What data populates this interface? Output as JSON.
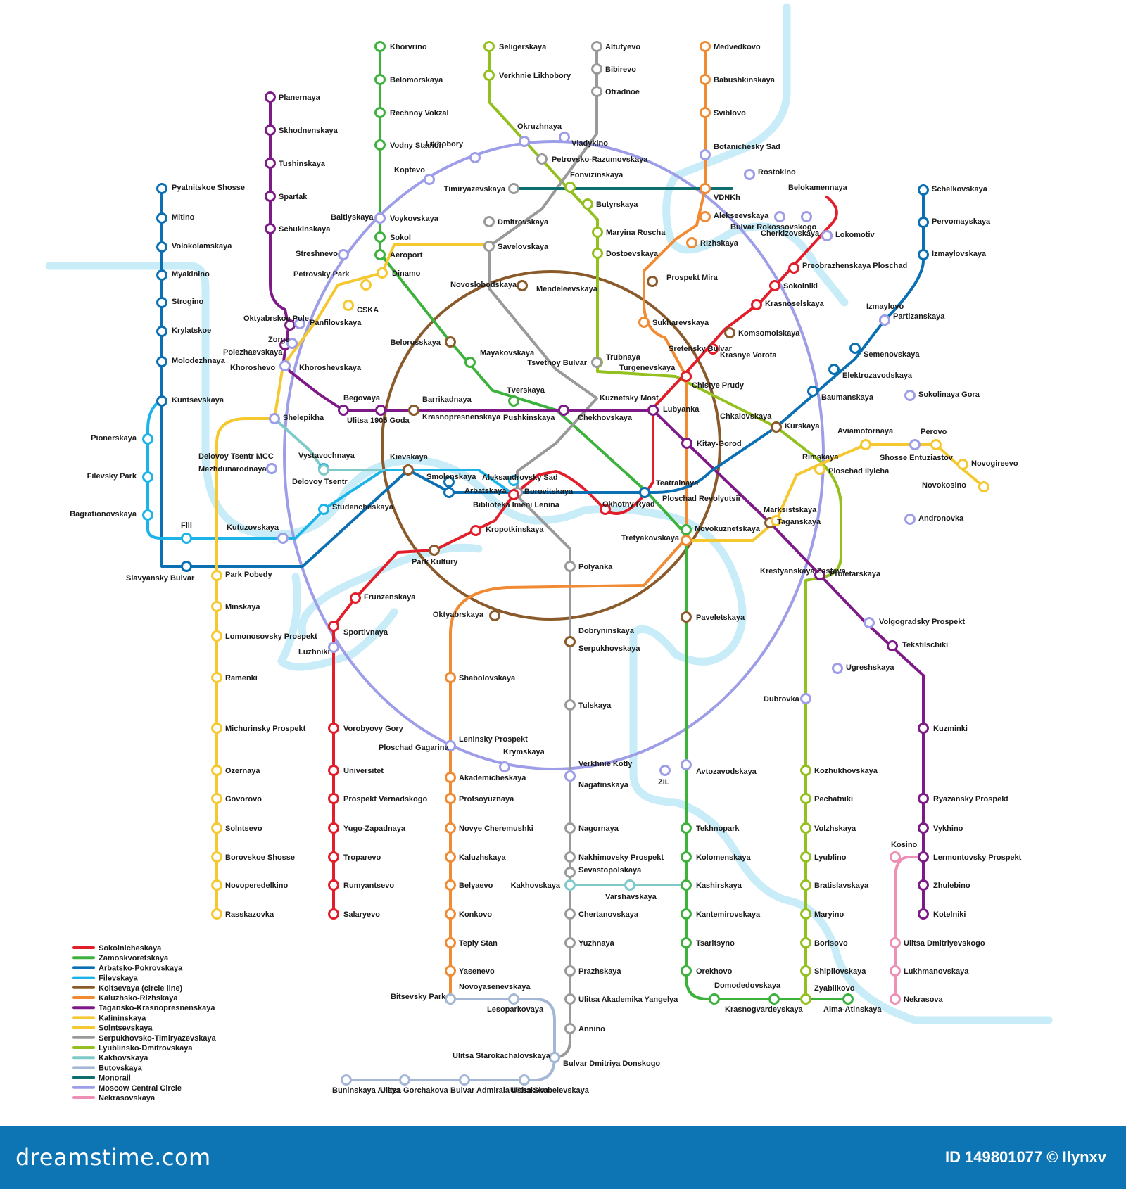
{
  "footer": {
    "brand": "dreamstime.com",
    "id_text": "ID 149801077 © Ilynxv"
  },
  "lines": [
    {
      "key": "sok",
      "name": "Sokolnicheskaya",
      "color": "#e21e2b"
    },
    {
      "key": "zam",
      "name": "Zamoskvoretskaya",
      "color": "#3cb13c"
    },
    {
      "key": "arb",
      "name": "Arbatsko-Pokrovskaya",
      "color": "#0a6fb3"
    },
    {
      "key": "fil",
      "name": "Filevskaya",
      "color": "#1cb4e8"
    },
    {
      "key": "kol",
      "name": "Koltsevaya (circle line)",
      "color": "#8b5a2b"
    },
    {
      "key": "kal",
      "name": "Kaluzhsko-Rizhskaya",
      "color": "#f08b33"
    },
    {
      "key": "tag",
      "name": "Tagansko-Krasnopresnenskaya",
      "color": "#7d1a87"
    },
    {
      "key": "kalin",
      "name": "Kalininskaya",
      "color": "#f6c830"
    },
    {
      "key": "sol",
      "name": "Solntsevskaya",
      "color": "#f6c830"
    },
    {
      "key": "ser",
      "name": "Serpukhovsko-Timiryazevskaya",
      "color": "#999999"
    },
    {
      "key": "lyu",
      "name": "Lyublinsko-Dmitrovskaya",
      "color": "#93c01f"
    },
    {
      "key": "kak",
      "name": "Kakhovskaya",
      "color": "#7fc9c8"
    },
    {
      "key": "but",
      "name": "Butovskaya",
      "color": "#a4b8d6"
    },
    {
      "key": "mono",
      "name": "Monorail",
      "color": "#0e6e6e"
    },
    {
      "key": "mcc",
      "name": "Moscow Central Circle",
      "color": "#9d9de8"
    },
    {
      "key": "nek",
      "name": "Nekrasovskaya",
      "color": "#ee8fb5"
    }
  ],
  "stations": [
    {
      "n": "Khorvrino",
      "c": "#1a1a1a"
    },
    {
      "n": "Belomorskaya",
      "c": "#1a1a1a"
    },
    {
      "n": "Rechnoy Vokzal",
      "c": "#1a1a1a"
    },
    {
      "n": "Vodny Stadion",
      "c": "#1a1a1a"
    },
    {
      "n": "Voykovskaya",
      "c": "#3cb13c"
    },
    {
      "n": "Sokol",
      "c": "#1a1a1a"
    },
    {
      "n": "Aeroport",
      "c": "#1a1a1a"
    },
    {
      "n": "Dinamo",
      "c": "#3cb13c"
    },
    {
      "n": "Belorusskaya",
      "c": "#1a1a1a"
    },
    {
      "n": "Mayakovskaya",
      "c": "#1a1a1a"
    },
    {
      "n": "Tverskaya",
      "c": "#3cb13c"
    },
    {
      "n": "Teatralnaya",
      "c": "#3cb13c"
    },
    {
      "n": "Novokuznetskaya",
      "c": "#1a1a1a"
    },
    {
      "n": "Paveletskaya",
      "c": "#1a1a1a"
    },
    {
      "n": "Avtozavodskaya",
      "c": "#1a1a1a"
    },
    {
      "n": "Tekhnopark",
      "c": "#1a1a1a"
    },
    {
      "n": "Kolomenskaya",
      "c": "#1a1a1a"
    },
    {
      "n": "Kashirskaya",
      "c": "#1a1a1a"
    },
    {
      "n": "Kantemirovskaya",
      "c": "#1a1a1a"
    },
    {
      "n": "Tsaritsyno",
      "c": "#1a1a1a"
    },
    {
      "n": "Orekhovo",
      "c": "#1a1a1a"
    },
    {
      "n": "Domodedovskaya",
      "c": "#1a1a1a"
    },
    {
      "n": "Krasnogvardeyskaya",
      "c": "#3cb13c"
    },
    {
      "n": "Alma-Atinskaya",
      "c": "#1a1a1a"
    },
    {
      "n": "Seligerskaya",
      "c": "#1a1a1a"
    },
    {
      "n": "Verkhnie Likhobory",
      "c": "#1a1a1a"
    },
    {
      "n": "Okruzhnaya",
      "c": "#1a1a1a"
    },
    {
      "n": "Petrovsko-Razumovskaya",
      "c": "#1a1a1a"
    },
    {
      "n": "Fonvizinskaya",
      "c": "#1a1a1a"
    },
    {
      "n": "Butyrskaya",
      "c": "#1a1a1a"
    },
    {
      "n": "Maryina Roscha",
      "c": "#1a1a1a"
    },
    {
      "n": "Dostoevskaya",
      "c": "#1a1a1a"
    },
    {
      "n": "Trubnaya",
      "c": "#93c01f"
    },
    {
      "n": "Sretensky Bulvar",
      "c": "#93c01f"
    },
    {
      "n": "Chkalovskaya",
      "c": "#93c01f"
    },
    {
      "n": "Rimskaya",
      "c": "#93c01f"
    },
    {
      "n": "Krestyanskaya Zastava",
      "c": "#93c01f"
    },
    {
      "n": "Dubrovka",
      "c": "#1a1a1a"
    },
    {
      "n": "Kozhukhovskaya",
      "c": "#1a1a1a"
    },
    {
      "n": "Pechatniki",
      "c": "#1a1a1a"
    },
    {
      "n": "Volzhskaya",
      "c": "#1a1a1a"
    },
    {
      "n": "Lyublino",
      "c": "#1a1a1a"
    },
    {
      "n": "Bratislavskaya",
      "c": "#1a1a1a"
    },
    {
      "n": "Maryino",
      "c": "#1a1a1a"
    },
    {
      "n": "Borisovo",
      "c": "#1a1a1a"
    },
    {
      "n": "Shipilovskaya",
      "c": "#1a1a1a"
    },
    {
      "n": "Zyablikovo",
      "c": "#93c01f"
    },
    {
      "n": "Altufyevo",
      "c": "#1a1a1a"
    },
    {
      "n": "Bibirevo",
      "c": "#1a1a1a"
    },
    {
      "n": "Otradnoe",
      "c": "#1a1a1a"
    },
    {
      "n": "Vladykino",
      "c": "#1a1a1a"
    },
    {
      "n": "Timiryazevskaya",
      "c": "#1a1a1a"
    },
    {
      "n": "Dmitrovskaya",
      "c": "#1a1a1a"
    },
    {
      "n": "Savelovskaya",
      "c": "#1a1a1a"
    },
    {
      "n": "Mendeleevskaya",
      "c": "#888888"
    },
    {
      "n": "Tsvetnoy Bulvar",
      "c": "#888888"
    },
    {
      "n": "Chekhovskaya",
      "c": "#888888"
    },
    {
      "n": "Borovitskaya",
      "c": "#888888"
    },
    {
      "n": "Polyanka",
      "c": "#1a1a1a"
    },
    {
      "n": "Serpukhovskaya",
      "c": "#888888"
    },
    {
      "n": "Tulskaya",
      "c": "#1a1a1a"
    },
    {
      "n": "Nagatinskaya",
      "c": "#888888"
    },
    {
      "n": "Nagornaya",
      "c": "#1a1a1a"
    },
    {
      "n": "Nakhimovsky Prospekt",
      "c": "#1a1a1a"
    },
    {
      "n": "Sevastopolskaya",
      "c": "#888888"
    },
    {
      "n": "Chertanovskaya",
      "c": "#1a1a1a"
    },
    {
      "n": "Yuzhnaya",
      "c": "#1a1a1a"
    },
    {
      "n": "Prazhskaya",
      "c": "#1a1a1a"
    },
    {
      "n": "Ulitsa Akademika Yangelya",
      "c": "#1a1a1a"
    },
    {
      "n": "Annino",
      "c": "#1a1a1a"
    },
    {
      "n": "Bulvar Dmitriya Donskogo",
      "c": "#888888"
    },
    {
      "n": "Medvedkovo",
      "c": "#1a1a1a"
    },
    {
      "n": "Babushkinskaya",
      "c": "#1a1a1a"
    },
    {
      "n": "Sviblovo",
      "c": "#1a1a1a"
    },
    {
      "n": "Botanichesky Sad",
      "c": "#1a1a1a"
    },
    {
      "n": "VDNKh",
      "c": "#1a1a1a"
    },
    {
      "n": "Alekseevskaya",
      "c": "#1a1a1a"
    },
    {
      "n": "Rizhskaya",
      "c": "#1a1a1a"
    },
    {
      "n": "Prospekt Mira",
      "c": "#1a1a1a"
    },
    {
      "n": "Sukharevskaya",
      "c": "#1a1a1a"
    },
    {
      "n": "Turgenevskaya",
      "c": "#f08b33"
    },
    {
      "n": "Kitay-Gorod",
      "c": "#1a1a1a"
    },
    {
      "n": "Tretyakovskaya",
      "c": "#f08b33"
    },
    {
      "n": "Oktyabrskaya",
      "c": "#1a1a1a"
    },
    {
      "n": "Shabolovskaya",
      "c": "#1a1a1a"
    },
    {
      "n": "Leninsky Prospekt",
      "c": "#f08b33"
    },
    {
      "n": "Akademicheskaya",
      "c": "#1a1a1a"
    },
    {
      "n": "Profsoyuznaya",
      "c": "#1a1a1a"
    },
    {
      "n": "Novye Cheremushki",
      "c": "#1a1a1a"
    },
    {
      "n": "Kaluzhskaya",
      "c": "#1a1a1a"
    },
    {
      "n": "Belyaevo",
      "c": "#1a1a1a"
    },
    {
      "n": "Konkovo",
      "c": "#1a1a1a"
    },
    {
      "n": "Teply Stan",
      "c": "#1a1a1a"
    },
    {
      "n": "Yasenevo",
      "c": "#1a1a1a"
    },
    {
      "n": "Novoyasenevskaya",
      "c": "#f08b33"
    },
    {
      "n": "Preobrazhenskaya Ploschad",
      "c": "#1a1a1a"
    },
    {
      "n": "Sokolniki",
      "c": "#1a1a1a"
    },
    {
      "n": "Krasnoselskaya",
      "c": "#1a1a1a"
    },
    {
      "n": "Komsomolskaya",
      "c": "#1a1a1a"
    },
    {
      "n": "Krasnye Vorota",
      "c": "#1a1a1a"
    },
    {
      "n": "Chistye Prudy",
      "c": "#e21e2b"
    },
    {
      "n": "Lubyanka",
      "c": "#e21e2b"
    },
    {
      "n": "Okhotny Ryad",
      "c": "#e21e2b"
    },
    {
      "n": "Biblioteka Imeni Lenina",
      "c": "#e21e2b"
    },
    {
      "n": "Kropotkinskaya",
      "c": "#1a1a1a"
    },
    {
      "n": "Park Kultury",
      "c": "#1a1a1a"
    },
    {
      "n": "Frunzenskaya",
      "c": "#1a1a1a"
    },
    {
      "n": "Sportivnaya",
      "c": "#e21e2b"
    },
    {
      "n": "Vorobyovy Gory",
      "c": "#1a1a1a"
    },
    {
      "n": "Universitet",
      "c": "#1a1a1a"
    },
    {
      "n": "Prospekt Vernadskogo",
      "c": "#1a1a1a"
    },
    {
      "n": "Yugo-Zapadnaya",
      "c": "#1a1a1a"
    },
    {
      "n": "Troparevo",
      "c": "#1a1a1a"
    },
    {
      "n": "Rumyantsevo",
      "c": "#1a1a1a"
    },
    {
      "n": "Salaryevo",
      "c": "#1a1a1a"
    },
    {
      "n": "Cherkizovskaya",
      "c": "#e21e2b"
    },
    {
      "n": "Bulvar Rokossovskogo",
      "c": "#1a1a1a"
    },
    {
      "n": "Planernaya",
      "c": "#1a1a1a"
    },
    {
      "n": "Skhodnenskaya",
      "c": "#1a1a1a"
    },
    {
      "n": "Tushinskaya",
      "c": "#1a1a1a"
    },
    {
      "n": "Spartak",
      "c": "#1a1a1a"
    },
    {
      "n": "Schukinskaya",
      "c": "#1a1a1a"
    },
    {
      "n": "Oktyabrskoe Pole",
      "c": "#7d1a87"
    },
    {
      "n": "Polezhaevskaya",
      "c": "#7d1a87"
    },
    {
      "n": "Begovaya",
      "c": "#1a1a1a"
    },
    {
      "n": "Ulitsa 1905 Goda",
      "c": "#1a1a1a"
    },
    {
      "n": "Barrikadnaya",
      "c": "#7d1a87"
    },
    {
      "n": "Pushkinskaya",
      "c": "#7d1a87"
    },
    {
      "n": "Kuznetsky Most",
      "c": "#7d1a87"
    },
    {
      "n": "Taganskaya",
      "c": "#1a1a1a"
    },
    {
      "n": "Proletarskaya",
      "c": "#7d1a87"
    },
    {
      "n": "Volgogradsky Prospekt",
      "c": "#1a1a1a"
    },
    {
      "n": "Tekstilschiki",
      "c": "#1a1a1a"
    },
    {
      "n": "Kuzminki",
      "c": "#1a1a1a"
    },
    {
      "n": "Ryazansky Prospekt",
      "c": "#1a1a1a"
    },
    {
      "n": "Vykhino",
      "c": "#1a1a1a"
    },
    {
      "n": "Lermontovsky Prospekt",
      "c": "#7d1a87"
    },
    {
      "n": "Zhulebino",
      "c": "#1a1a1a"
    },
    {
      "n": "Kotelniki",
      "c": "#1a1a1a"
    },
    {
      "n": "Pyatnitskoe Shosse",
      "c": "#1a1a1a"
    },
    {
      "n": "Mitino",
      "c": "#1a1a1a"
    },
    {
      "n": "Volokolamskaya",
      "c": "#1a1a1a"
    },
    {
      "n": "Myakinino",
      "c": "#1a1a1a"
    },
    {
      "n": "Strogino",
      "c": "#1a1a1a"
    },
    {
      "n": "Krylatskoe",
      "c": "#1a1a1a"
    },
    {
      "n": "Molodezhnaya",
      "c": "#1a1a1a"
    },
    {
      "n": "Kuntsevskaya",
      "c": "#1a1a1a"
    },
    {
      "n": "Slavyansky Bulvar",
      "c": "#1a1a1a"
    },
    {
      "n": "Park Pobedy",
      "c": "#1a1a1a"
    },
    {
      "n": "Kievskaya",
      "c": "#1a1a1a"
    },
    {
      "n": "Smolenskaya",
      "c": "#1a1a1a"
    },
    {
      "n": "Arbatskaya",
      "c": "#0a6fb3"
    },
    {
      "n": "Ploschad Revolyutsii",
      "c": "#0a6fb3"
    },
    {
      "n": "Kurskaya",
      "c": "#1a1a1a"
    },
    {
      "n": "Baumanskaya",
      "c": "#1a1a1a"
    },
    {
      "n": "Elektrozavodskaya",
      "c": "#1a1a1a"
    },
    {
      "n": "Semenovskaya",
      "c": "#1a1a1a"
    },
    {
      "n": "Partizanskaya",
      "c": "#0a6fb3"
    },
    {
      "n": "Izmaylovskaya",
      "c": "#1a1a1a"
    },
    {
      "n": "Pervomayskaya",
      "c": "#1a1a1a"
    },
    {
      "n": "Schelkovskaya",
      "c": "#1a1a1a"
    },
    {
      "n": "Pionerskaya",
      "c": "#1a1a1a"
    },
    {
      "n": "Filevsky Park",
      "c": "#1a1a1a"
    },
    {
      "n": "Bagrationovskaya",
      "c": "#1a1a1a"
    },
    {
      "n": "Fili",
      "c": "#1a1a1a"
    },
    {
      "n": "Kutuzovskaya",
      "c": "#1a1a1a"
    },
    {
      "n": "Studencheskaya",
      "c": "#1a1a1a"
    },
    {
      "n": "Vystavochnaya",
      "c": "#1cb4e8"
    },
    {
      "n": "Mezhdunarodnaya",
      "c": "#1cb4e8"
    },
    {
      "n": "Aleksandrovsky Sad",
      "c": "#1cb4e8"
    },
    {
      "n": "Novokosino",
      "c": "#1a1a1a"
    },
    {
      "n": "Novogireevo",
      "c": "#1a1a1a"
    },
    {
      "n": "Perovo",
      "c": "#f6c830"
    },
    {
      "n": "Shosse Entuziastov",
      "c": "#9d9de8"
    },
    {
      "n": "Aviamotornaya",
      "c": "#1a1a1a"
    },
    {
      "n": "Ploschad Ilyicha",
      "c": "#f6c830"
    },
    {
      "n": "Marksistskaya",
      "c": "#f6c830"
    },
    {
      "n": "Rasskazovka",
      "c": "#1a1a1a"
    },
    {
      "n": "Novoperedelkino",
      "c": "#1a1a1a"
    },
    {
      "n": "Borovskoe Shosse",
      "c": "#1a1a1a"
    },
    {
      "n": "Solntsevo",
      "c": "#1a1a1a"
    },
    {
      "n": "Govorovo",
      "c": "#1a1a1a"
    },
    {
      "n": "Ozernaya",
      "c": "#1a1a1a"
    },
    {
      "n": "Michurinsky Prospekt",
      "c": "#1a1a1a"
    },
    {
      "n": "Ramenki",
      "c": "#1a1a1a"
    },
    {
      "n": "Lomonosovsky Prospekt",
      "c": "#1a1a1a"
    },
    {
      "n": "Minskaya",
      "c": "#1a1a1a"
    },
    {
      "n": "Delovoy Tsentr MCC",
      "c": "#9d9de8"
    },
    {
      "n": "Delovoy Tsentr",
      "c": "#7fc9c8"
    },
    {
      "n": "Shelepikha",
      "c": "#1a1a1a"
    },
    {
      "n": "Khoroshevskaya",
      "c": "#1a1a1a"
    },
    {
      "n": "CSKA",
      "c": "#1a1a1a"
    },
    {
      "n": "Petrovsky Park",
      "c": "#1a1a1a"
    },
    {
      "n": "Kakhovskaya",
      "c": "#7fc9c8"
    },
    {
      "n": "Varshavskaya",
      "c": "#1a1a1a"
    },
    {
      "n": "Bitsevsky Park",
      "c": "#a4b8d6"
    },
    {
      "n": "Lesoparkovaya",
      "c": "#1a1a1a"
    },
    {
      "n": "Ulitsa Starokachalovskaya",
      "c": "#a4b8d6"
    },
    {
      "n": "Ulitsa Skobelevskaya",
      "c": "#1a1a1a"
    },
    {
      "n": "Bulvar Admirala Ushakova",
      "c": "#1a1a1a"
    },
    {
      "n": "Ulitsa Gorchakova",
      "c": "#1a1a1a"
    },
    {
      "n": "Buninskaya Alleya",
      "c": "#1a1a1a"
    },
    {
      "n": "Kosino",
      "c": "#ee8fb5"
    },
    {
      "n": "Ulitsa Dmitriyevskogo",
      "c": "#1a1a1a"
    },
    {
      "n": "Lukhmanovskaya",
      "c": "#1a1a1a"
    },
    {
      "n": "Nekrasova",
      "c": "#1a1a1a"
    },
    {
      "n": "Likhobory",
      "c": "#1a1a1a"
    },
    {
      "n": "Koptevo",
      "c": "#1a1a1a"
    },
    {
      "n": "Baltiyskaya",
      "c": "#9d9de8"
    },
    {
      "n": "Streshnevo",
      "c": "#1a1a1a"
    },
    {
      "n": "Panfilovskaya",
      "c": "#9d9de8"
    },
    {
      "n": "Zorge",
      "c": "#1a1a1a"
    },
    {
      "n": "Khoroshevo",
      "c": "#9d9de8"
    },
    {
      "n": "Luzhniki",
      "c": "#9d9de8"
    },
    {
      "n": "Ploschad Gagarina",
      "c": "#9d9de8"
    },
    {
      "n": "Krymskaya",
      "c": "#1a1a1a"
    },
    {
      "n": "Verkhnie Kotly",
      "c": "#9d9de8"
    },
    {
      "n": "ZIL",
      "c": "#1a1a1a"
    },
    {
      "n": "Ugreshskaya",
      "c": "#1a1a1a"
    },
    {
      "n": "Andronovka",
      "c": "#1a1a1a"
    },
    {
      "n": "Sokolinaya Gora",
      "c": "#1a1a1a"
    },
    {
      "n": "Izmaylovo",
      "c": "#9d9de8"
    },
    {
      "n": "Lokomotiv",
      "c": "#9d9de8"
    },
    {
      "n": "Belokamennaya",
      "c": "#1a1a1a"
    },
    {
      "n": "Rostokino",
      "c": "#1a1a1a"
    },
    {
      "n": "Novoslobodskaya",
      "c": "#8b5a2b"
    },
    {
      "n": "Krasnopresnenskaya",
      "c": "#8b5a2b"
    },
    {
      "n": "Dobryninskaya",
      "c": "#8b5a2b"
    }
  ]
}
